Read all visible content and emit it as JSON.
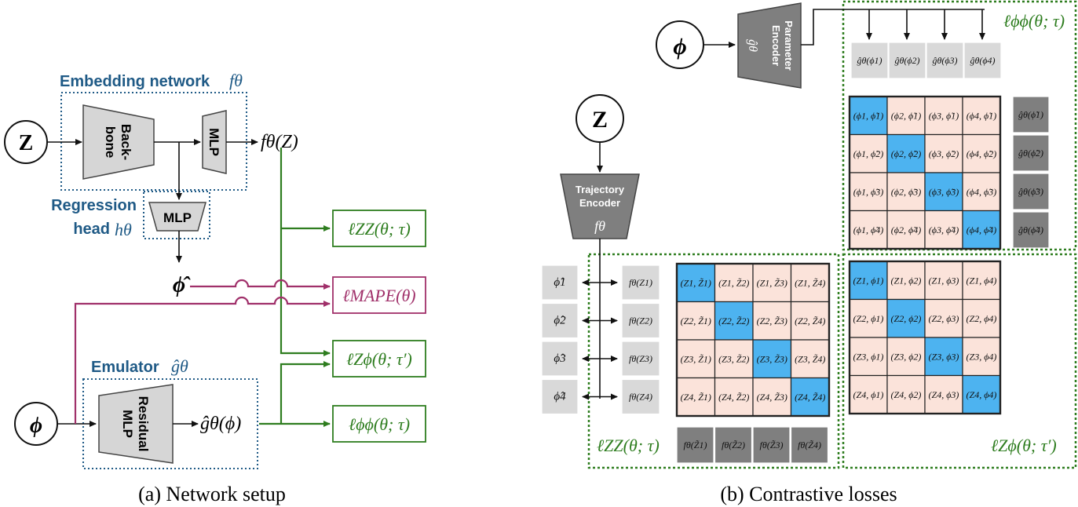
{
  "left": {
    "caption": "(a) Network setup",
    "embedding_title": "Embedding network",
    "embedding_symbol": "fθ",
    "regression_title_1": "Regression",
    "regression_title_2": "head",
    "regression_symbol": "hθ",
    "emulator_title": "Emulator",
    "emulator_symbol": "ĝθ",
    "backbone_1": "Back-",
    "backbone_2": "bone",
    "mlp": "MLP",
    "mlp_head": "MLP",
    "residual_1": "Residual",
    "residual_2": "MLP",
    "z_node": "Z",
    "phi_node": "ϕ",
    "phi_hat": "ϕ̂",
    "f_out": "fθ(Z)",
    "g_out": "ĝθ(ϕ)",
    "loss_zz": "ℓZZ(θ; τ)",
    "loss_mape": "ℓMAPE(θ)",
    "loss_zphi": "ℓZϕ(θ; τ′)",
    "loss_phiphi": "ℓϕϕ(θ; τ)"
  },
  "right": {
    "caption": "(b) Contrastive losses",
    "phi_node": "ϕ",
    "z_node": "Z",
    "param_encoder_1": "Parameter",
    "param_encoder_2": "Encoder",
    "param_encoder_sym": "ĝθ",
    "traj_encoder_1": "Trajectory",
    "traj_encoder_2": "Encoder",
    "traj_encoder_sym": "fθ",
    "g_top": [
      "ĝθ(ϕ1)",
      "ĝθ(ϕ2)",
      "ĝθ(ϕ3)",
      "ĝθ(ϕ4)"
    ],
    "g_tilde": [
      "ĝθ(ϕ̃1)",
      "ĝθ(ϕ̃2)",
      "ĝθ(ϕ̃3)",
      "ĝθ(ϕ̃4)"
    ],
    "phi_hats": [
      "ϕ̂1",
      "ϕ̂2",
      "ϕ̂3",
      "ϕ̂4"
    ],
    "f_z": [
      "fθ(Z1)",
      "fθ(Z2)",
      "fθ(Z3)",
      "fθ(Z4)"
    ],
    "f_ztilde": [
      "fθ(Z̃1)",
      "fθ(Z̃2)",
      "fθ(Z̃3)",
      "fθ(Z̃4)"
    ],
    "loss_phiphi": "ℓϕϕ(θ; τ)",
    "loss_zz": "ℓZZ(θ; τ)",
    "loss_zphi": "ℓZϕ(θ; τ′)",
    "matrix_pp": [
      [
        "(ϕ1, ϕ̃1)",
        "(ϕ2, ϕ̃1)",
        "(ϕ3, ϕ̃1)",
        "(ϕ4, ϕ̃1)"
      ],
      [
        "(ϕ1, ϕ̃2)",
        "(ϕ2, ϕ̃2)",
        "(ϕ3, ϕ̃2)",
        "(ϕ4, ϕ̃2)"
      ],
      [
        "(ϕ1, ϕ̃3)",
        "(ϕ2, ϕ̃3)",
        "(ϕ3, ϕ̃3)",
        "(ϕ4, ϕ̃3)"
      ],
      [
        "(ϕ1, ϕ̃4)",
        "(ϕ2, ϕ̃4)",
        "(ϕ3, ϕ̃4)",
        "(ϕ4, ϕ̃4)"
      ]
    ],
    "matrix_zz": [
      [
        "(Z1, Z̃1)",
        "(Z1, Z̃2)",
        "(Z1, Z̃3)",
        "(Z1, Z̃4)"
      ],
      [
        "(Z2, Z̃1)",
        "(Z2, Z̃2)",
        "(Z2, Z̃3)",
        "(Z2, Z̃4)"
      ],
      [
        "(Z3, Z̃1)",
        "(Z3, Z̃2)",
        "(Z3, Z̃3)",
        "(Z3, Z̃4)"
      ],
      [
        "(Z4, Z̃1)",
        "(Z4, Z̃2)",
        "(Z4, Z̃3)",
        "(Z4, Z̃4)"
      ]
    ],
    "matrix_zp": [
      [
        "(Z1, ϕ1)",
        "(Z1, ϕ2)",
        "(Z1, ϕ3)",
        "(Z1, ϕ4)"
      ],
      [
        "(Z2, ϕ1)",
        "(Z2, ϕ2)",
        "(Z2, ϕ3)",
        "(Z2, ϕ4)"
      ],
      [
        "(Z3, ϕ1)",
        "(Z3, ϕ2)",
        "(Z3, ϕ3)",
        "(Z3, ϕ4)"
      ],
      [
        "(Z4, ϕ1)",
        "(Z4, ϕ2)",
        "(Z4, ϕ3)",
        "(Z4, ϕ4)"
      ]
    ]
  },
  "colors": {
    "blue_title": "#1f5a86",
    "green": "#2e7d1f",
    "purple": "#a0306a",
    "diag": "#4db3f0",
    "offdiag": "#fbe3da",
    "block_light": "#d9d9d9",
    "block_dark": "#7f7f7f"
  }
}
